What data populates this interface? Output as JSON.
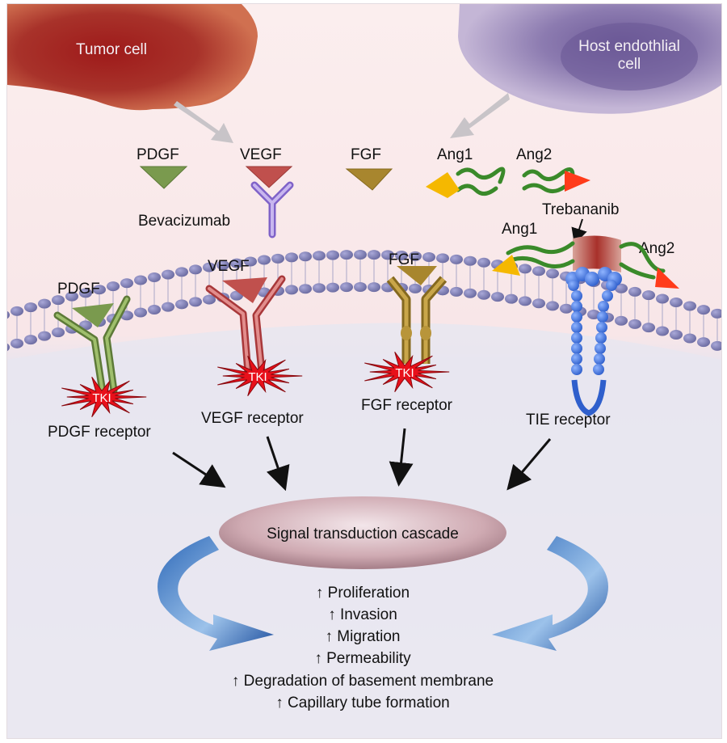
{
  "title": "Angiogenic signaling pathways and targeted inhibitors",
  "cells": {
    "tumor": "Tumor cell",
    "host_line1": "Host endothlial",
    "host_line2": "cell"
  },
  "ligands": {
    "pdgf": "PDGF",
    "vegf": "VEGF",
    "fgf": "FGF",
    "ang1": "Ang1",
    "ang2": "Ang2"
  },
  "drugs": {
    "bevacizumab": "Bevacizumab",
    "trebananib": "Trebananib",
    "tki": "TKI"
  },
  "complex": {
    "ang1": "Ang1",
    "ang2": "Ang2"
  },
  "receptors": {
    "pdgf_ligand": "PDGF",
    "vegf_ligand": "VEGF",
    "fgf_ligand": "FGF",
    "pdgf_receptor": "PDGF receptor",
    "vegf_receptor": "VEGF receptor",
    "fgf_receptor": "FGF receptor",
    "tie_receptor": "TIE receptor"
  },
  "cascade": "Signal transduction cascade",
  "outcomes": [
    "↑ Proliferation",
    "↑ Invasion",
    "↑ Migration",
    "↑ Permeability",
    "↑ Degradation of basement membrane",
    "↑ Capillary tube formation"
  ],
  "colors": {
    "pdgf": "#7a9a4e",
    "vegf": "#c0504d",
    "fgf": "#a8862e",
    "ang1": "#f5b800",
    "ang2": "#ff3b1a",
    "antibody": "#9b7fd4",
    "tie": "#3e6fd8",
    "tki": "#e8101a",
    "membrane": "#8c8cb8",
    "cascade": "#b88f99",
    "arrow_blue": "#2d68b8"
  }
}
